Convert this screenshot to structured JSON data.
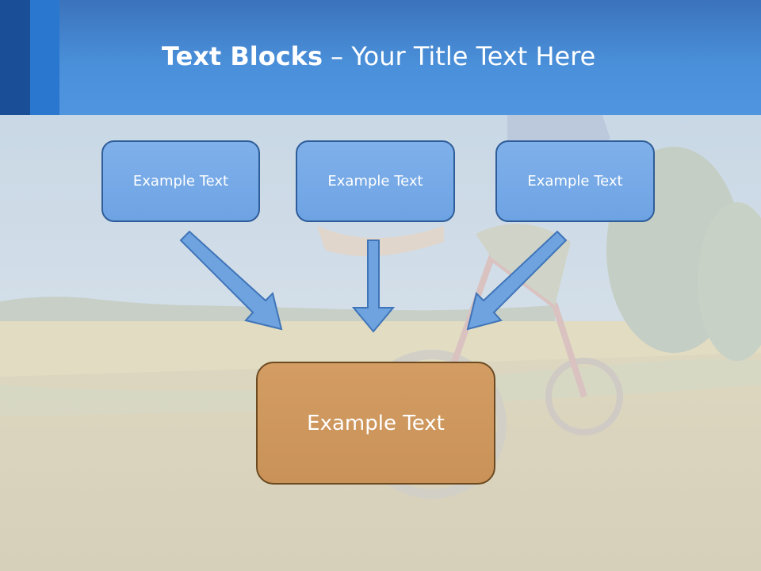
{
  "title": {
    "bold": "Text Blocks",
    "rest": " – Your Title Text Here"
  },
  "blocks": [
    {
      "label": "Example Text"
    },
    {
      "label": "Example Text"
    },
    {
      "label": "Example Text"
    }
  ],
  "main_block": {
    "label": "Example Text"
  },
  "colors": {
    "header": "#4a8fd9",
    "block_fill": "#76a9e6",
    "block_border": "#2f5d99",
    "main_fill": "#cd965c",
    "main_border": "#6b4a22",
    "arrow_fill": "#6fa3df"
  }
}
